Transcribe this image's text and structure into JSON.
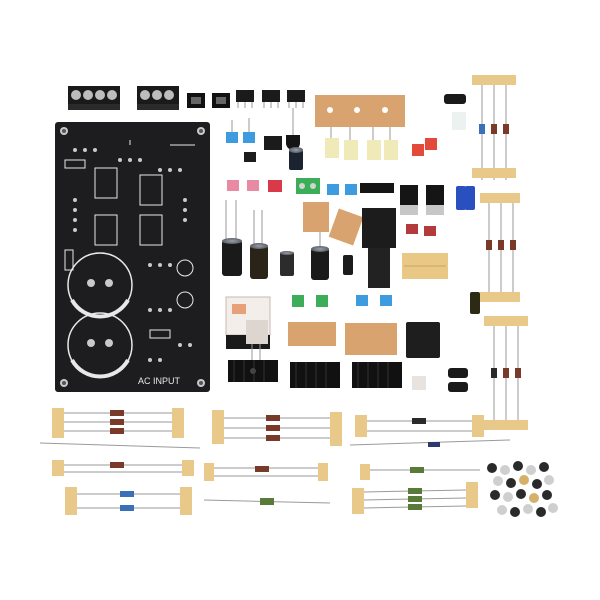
{
  "photo": {
    "background": "#ffffff",
    "pcb": {
      "label": "AC INPUT",
      "color": "#1d1d1f",
      "silkscreen": "#e8e8e8",
      "pad": "#c9c9c9"
    },
    "tape_color": "#e9c98a",
    "components": [
      "screw-terminal-block",
      "ic-socket",
      "dip-ic",
      "electrolytic-capacitor",
      "film-capacitor",
      "ceramic-capacitor",
      "relay",
      "to220-transistor",
      "heatsink",
      "bridge-rectifier",
      "resistor-strip",
      "diode",
      "screws-and-nuts"
    ]
  }
}
